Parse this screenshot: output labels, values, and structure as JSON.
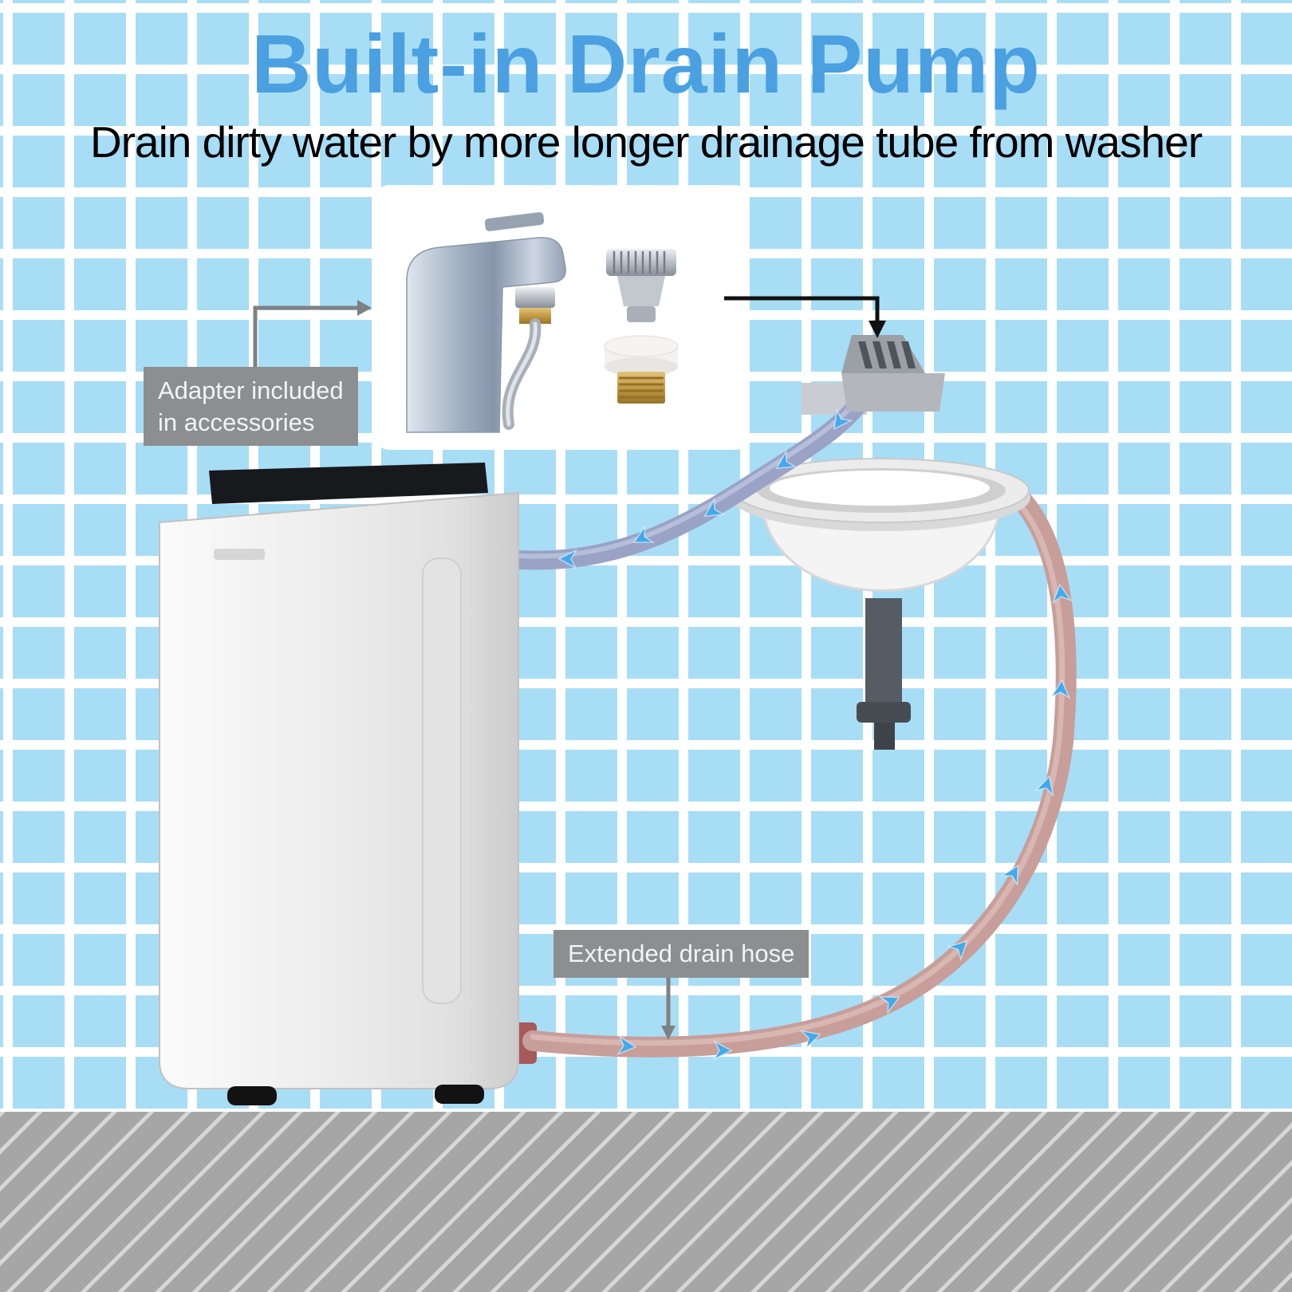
{
  "page": {
    "title": "Built-in Drain Pump",
    "subtitle": "Drain dirty water by more longer drainage tube  from washer"
  },
  "callouts": {
    "adapter": {
      "line1": "Adapter included",
      "line2": "in accessories"
    },
    "drain_hose": {
      "label": "Extended drain hose"
    }
  },
  "scene_items": {
    "washer": "top-load portable washing machine",
    "sink": "wall-mounted basin with drain pipe",
    "wall_drain": "wall drain stub with vent slots",
    "inlet_hose": "hose from washer to faucet drain stub",
    "extended_drain_hose": "long drain hose from washer bottom to sink",
    "inset": "faucet with quick-connect adapter and fittings"
  },
  "icons": {
    "faucet": "faucet-icon",
    "silver_adapter": "silver-adapter-icon",
    "brass_adapter": "brass-adapter-icon",
    "flow_arrow": "blue-flow-arrow-icon"
  },
  "colors": {
    "title_blue": "#4aa0e0",
    "tile_blue": "#a8ddf6",
    "callout_bg": "#8c8e90",
    "inlet_tube": "#9aa3c6",
    "drain_tube": "#c79e9a",
    "flow_arrow": "#41aaec",
    "floor_gray": "#a6a6a6"
  }
}
